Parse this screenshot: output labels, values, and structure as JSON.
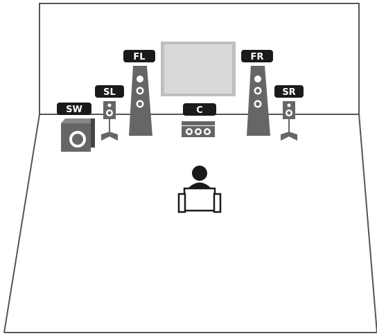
{
  "diagram": {
    "type": "speaker-placement",
    "colors": {
      "line": "#555555",
      "speaker_body": "#666666",
      "label_bg": "#1a1a1a",
      "label_text": "#ffffff",
      "tv_screen": "#d9d9d9",
      "tv_frame": "#bfbfbf",
      "listener": "#1a1a1a"
    },
    "speakers": [
      {
        "id": "sw",
        "label": "SW",
        "kind": "subwoofer"
      },
      {
        "id": "sl",
        "label": "SL",
        "kind": "surround"
      },
      {
        "id": "fl",
        "label": "FL",
        "kind": "tower"
      },
      {
        "id": "c",
        "label": "C",
        "kind": "center"
      },
      {
        "id": "fr",
        "label": "FR",
        "kind": "tower"
      },
      {
        "id": "sr",
        "label": "SR",
        "kind": "surround"
      }
    ],
    "tv": {
      "icon": "tv-icon"
    },
    "listener": {
      "icon": "listener-icon"
    }
  }
}
